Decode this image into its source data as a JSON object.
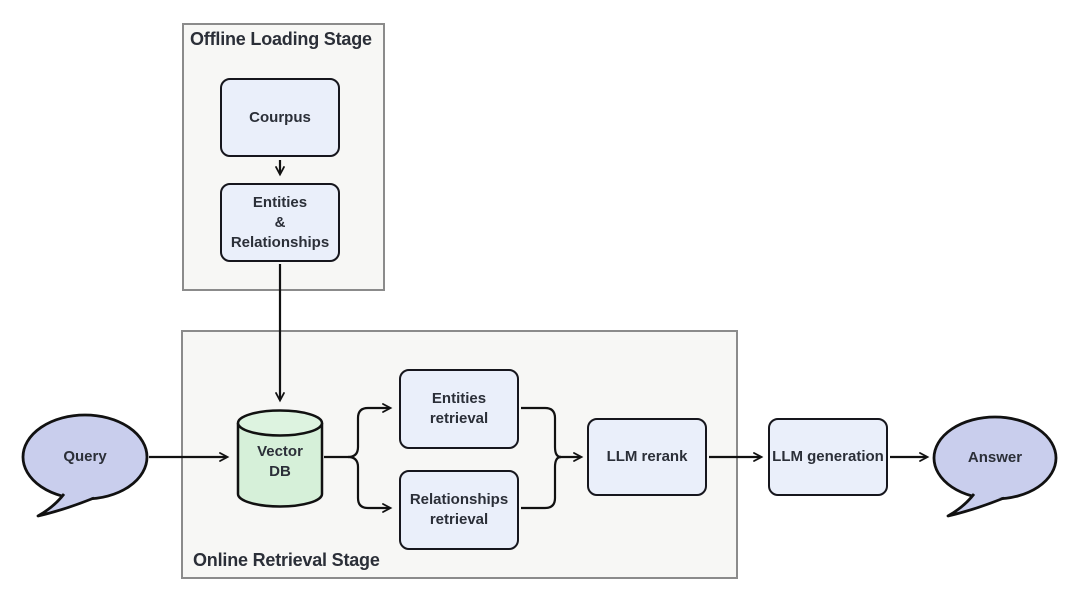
{
  "diagram": {
    "type": "flowchart",
    "description": "Retrieval-augmented generation pipeline with offline loading and online retrieval stages"
  },
  "stages": {
    "offline": {
      "title": "Offline Loading Stage"
    },
    "online": {
      "title": "Online Retrieval Stage"
    }
  },
  "nodes": {
    "corpus": {
      "label": "Courpus"
    },
    "entities_relationships": {
      "lines": [
        "Entities",
        "&",
        "Relationships"
      ]
    },
    "vector_db": {
      "lines": [
        "Vector",
        "DB"
      ]
    },
    "entities_retrieval": {
      "lines": [
        "Entities",
        "retrieval"
      ]
    },
    "relationships_retrieval": {
      "lines": [
        "Relationships",
        "retrieval"
      ]
    },
    "llm_rerank": {
      "label": "LLM rerank"
    },
    "llm_generation": {
      "label": "LLM generation"
    },
    "query": {
      "label": "Query"
    },
    "answer": {
      "label": "Answer"
    }
  },
  "edges": [
    {
      "from": "corpus",
      "to": "entities_relationships"
    },
    {
      "from": "entities_relationships",
      "to": "vector_db"
    },
    {
      "from": "query",
      "to": "vector_db"
    },
    {
      "from": "vector_db",
      "to": "entities_retrieval"
    },
    {
      "from": "vector_db",
      "to": "relationships_retrieval"
    },
    {
      "from": "entities_retrieval",
      "to": "llm_rerank"
    },
    {
      "from": "relationships_retrieval",
      "to": "llm_rerank"
    },
    {
      "from": "llm_rerank",
      "to": "llm_generation"
    },
    {
      "from": "llm_generation",
      "to": "answer"
    }
  ],
  "colors": {
    "background": "#ffffff",
    "stage_fill": "#f7f7f5",
    "stage_border": "#8b8b8b",
    "node_fill": "#eaeffa",
    "node_border": "#16161d",
    "cylinder_fill": "#d6f0d9",
    "bubble_fill": "#c9ceed",
    "text": "#2b2f38",
    "arrow": "#111111"
  }
}
